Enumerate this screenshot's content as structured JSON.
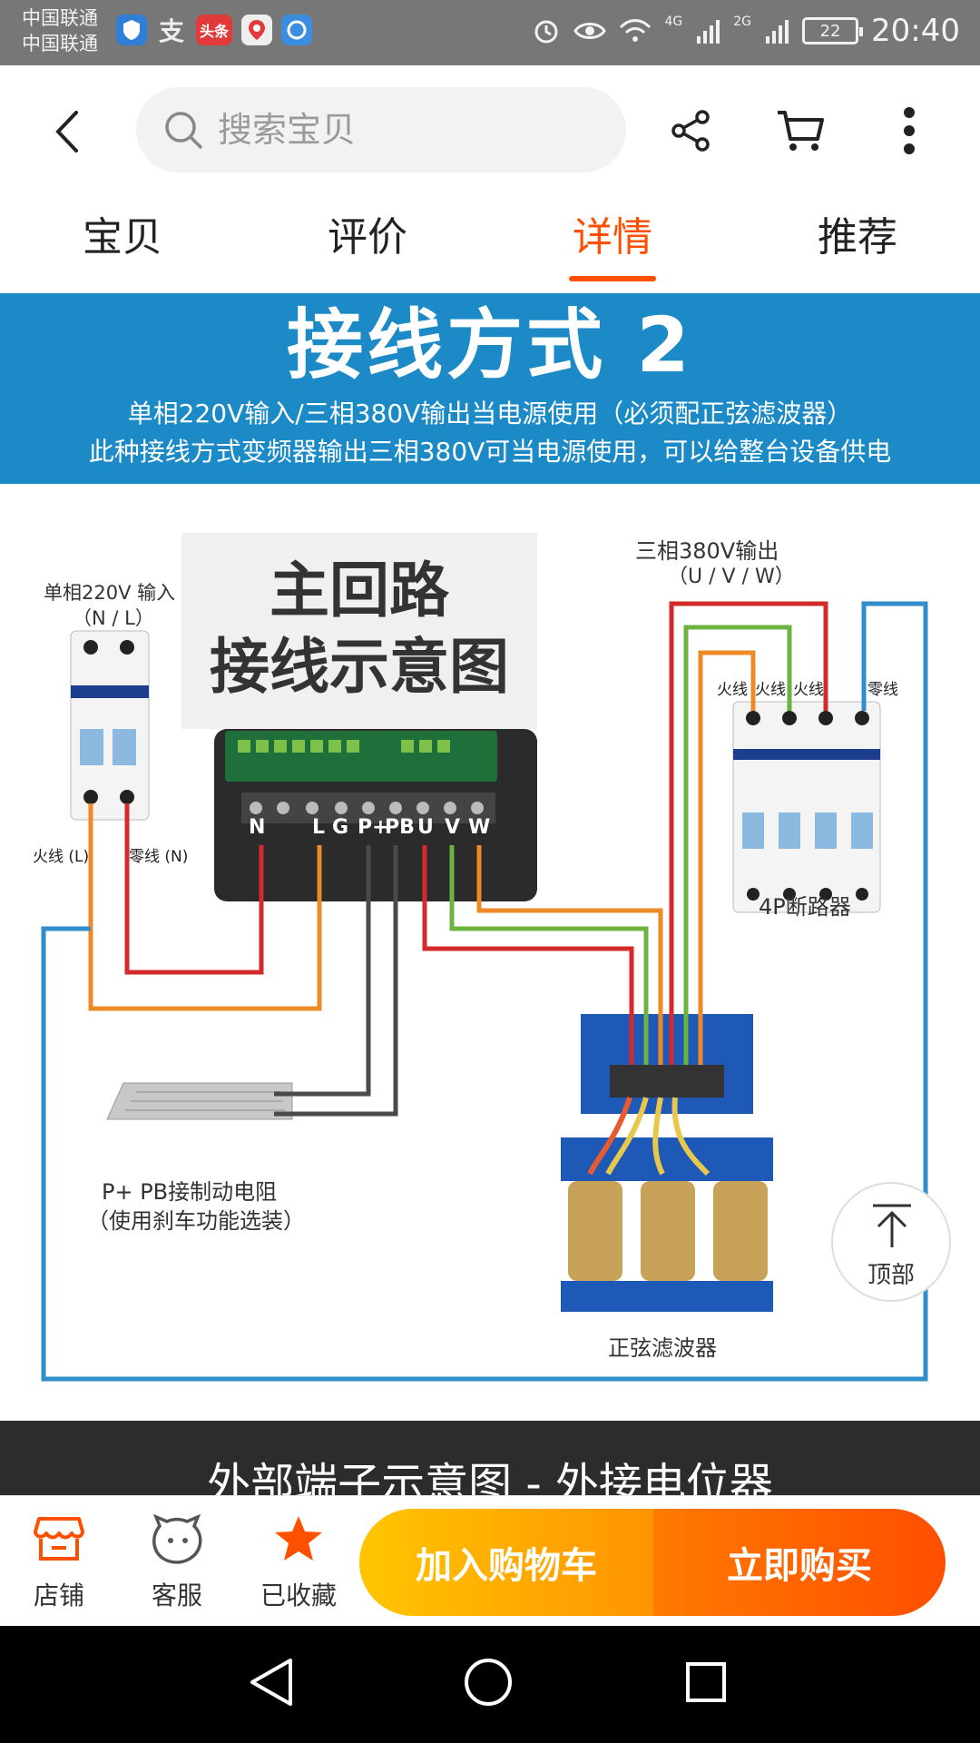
{
  "status_bar": {
    "carrier_1": "中国联通",
    "carrier_2": "中国联通",
    "app_icons": [
      "shield-icon",
      "alipay-icon",
      "toutiao-icon",
      "baidu-icon",
      "browser-icon"
    ],
    "toutiao_label": "头条",
    "network_1": "4G",
    "network_2": "2G",
    "battery": "22",
    "time": "20:40"
  },
  "header": {
    "search_placeholder": "搜索宝贝",
    "tabs": [
      {
        "label": "宝贝",
        "active": false
      },
      {
        "label": "评价",
        "active": false
      },
      {
        "label": "详情",
        "active": true
      },
      {
        "label": "推荐",
        "active": false
      }
    ],
    "accent_color": "#ff5000"
  },
  "banner": {
    "title": "接线方式 2",
    "line1": "单相220V输入/三相380V输出当电源使用（必须配正弦滤波器）",
    "line2": "此种接线方式变频器输出三相380V可当电源使用，可以给整台设备供电",
    "background": "#1b8ac6"
  },
  "diagram": {
    "overlay_title_1": "主回路",
    "overlay_title_2": "接线示意图",
    "input_label": "单相220V 输入",
    "input_sub": "（N / L）",
    "live_label": "火线 (L)",
    "neutral_label": "零线 (N)",
    "terminals": [
      "N",
      "L",
      "G",
      "P+",
      "PB",
      "U",
      "V",
      "W"
    ],
    "output_label": "三相380V输出",
    "output_sub": "（U / V / W）",
    "phase_labels": [
      "火线",
      "火线",
      "火线",
      "零线"
    ],
    "breaker_4p": "4P断路器",
    "resistor_label_1": "P+ PB接制动电阻",
    "resistor_label_2": "（使用刹车功能选装）",
    "filter_label": "正弦滤波器",
    "wire_colors": {
      "red": "#d42a2a",
      "orange": "#ee8a25",
      "green": "#6cb33f",
      "blue": "#2f8ecb",
      "gray": "#4a4a4a"
    }
  },
  "next_section": {
    "title": "外部端子示意图 - 外接电位器"
  },
  "back_to_top": {
    "label": "顶部"
  },
  "action_bar": {
    "shop": "店铺",
    "service": "客服",
    "favorited": "已收藏",
    "add_to_cart": "加入购物车",
    "buy_now": "立即购买"
  }
}
